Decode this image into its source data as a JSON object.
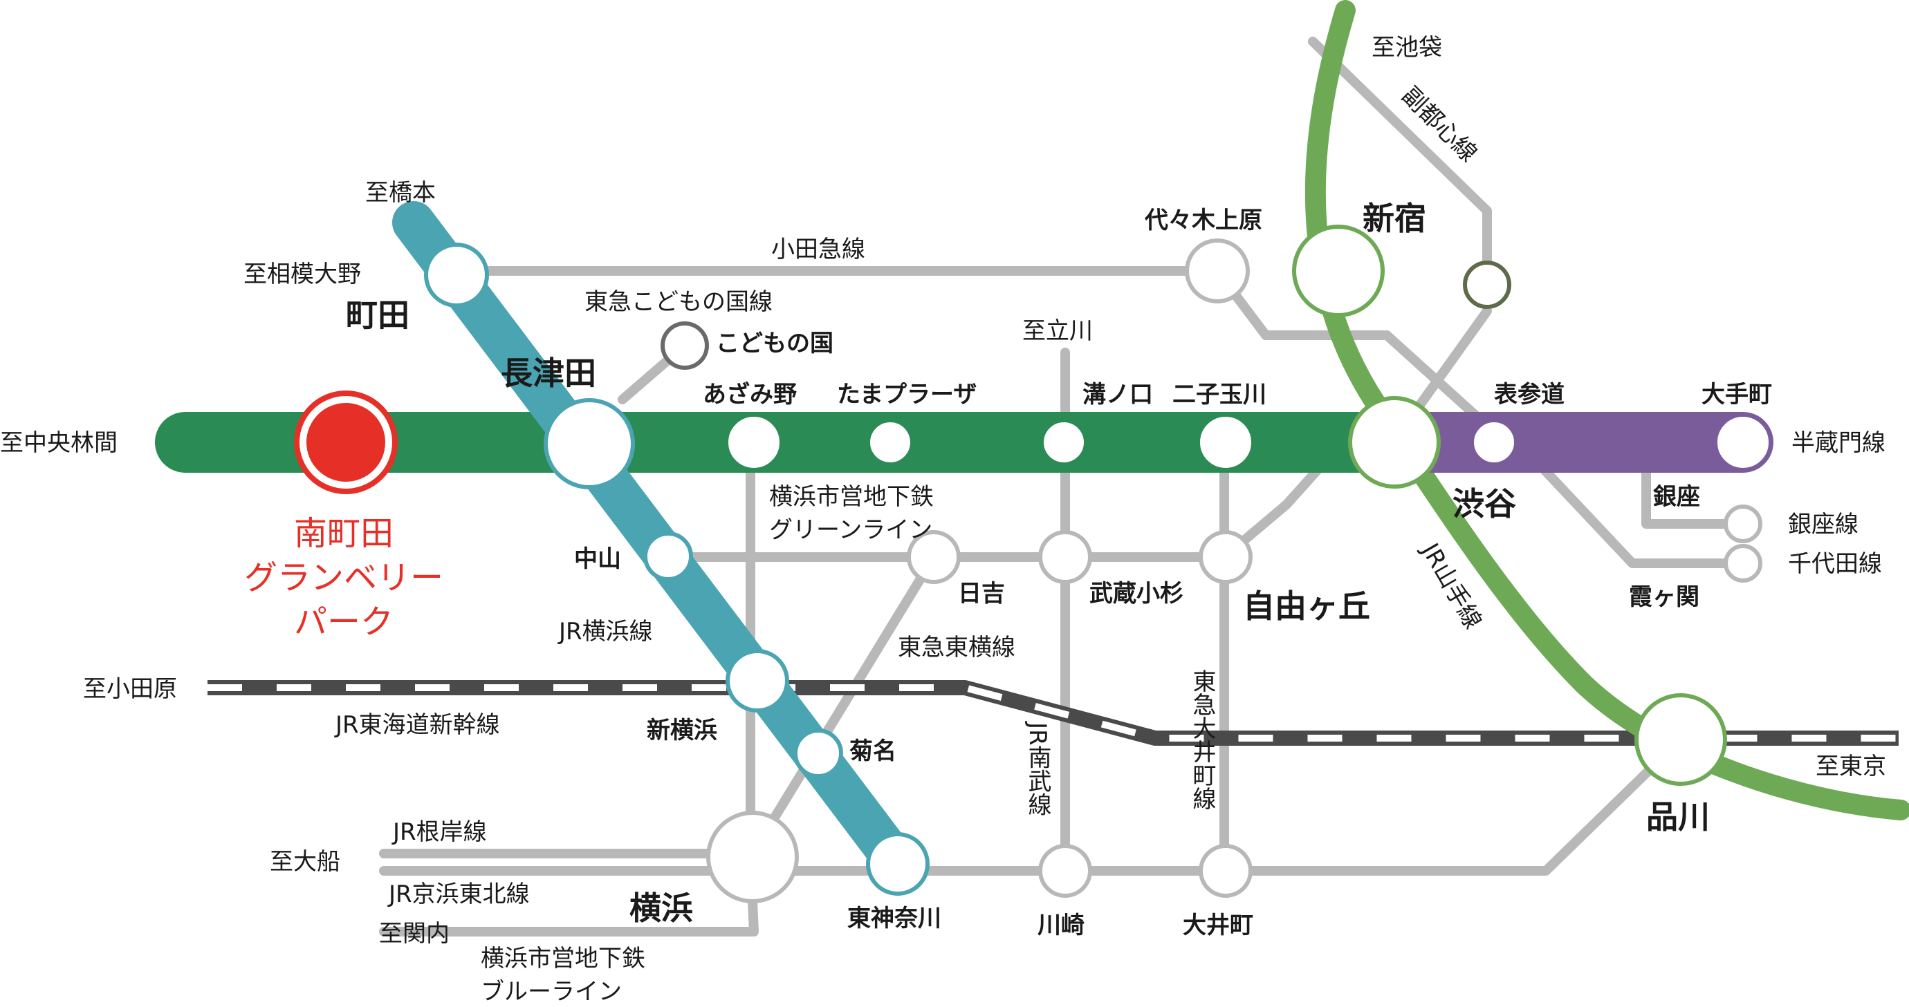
{
  "colors": {
    "den_en_toshi": "#2a8b55",
    "yokohama": "#4aa4b2",
    "yamanote": "#6eaa55",
    "hanzomon": "#7b5c9b",
    "gray": "#b8b8b8",
    "shinkansen": "#4a4a4a",
    "highlight": "#e63027",
    "fukutoshin_ring": "#5e6b4a"
  },
  "highlight_station": [
    "南町田",
    "グランベリー",
    "パーク"
  ],
  "big_stations": {
    "machida": "町田",
    "nagatsuta": "長津田",
    "shinjuku": "新宿",
    "shibuya": "渋谷",
    "jiyugaoka": "自由ヶ丘",
    "yokohama": "横浜",
    "shinagawa": "品川"
  },
  "stations": {
    "yoyogi_uehara": "代々木上原",
    "kodomonokuni": "こどもの国",
    "azamino": "あざみ野",
    "tama_plaza": "たまプラーザ",
    "mizonokuchi": "溝ノ口",
    "futako_tamagawa": "二子玉川",
    "omotesando": "表参道",
    "otemachi": "大手町",
    "nakayama": "中山",
    "hiyoshi": "日吉",
    "musashi_kosugi": "武蔵小杉",
    "ginza": "銀座",
    "kasumigaseki": "霞ヶ関",
    "shin_yokohama": "新横浜",
    "kikuna": "菊名",
    "higashi_kanagawa": "東神奈川",
    "kawasaki": "川崎",
    "oimachi": "大井町"
  },
  "lines": {
    "odakyu": "小田急線",
    "kodomonokuni": "東急こどもの国線",
    "green_line_1": "横浜市営地下鉄",
    "green_line_2": "グリーンライン",
    "jr_yokohama": "JR横浜線",
    "toyoko": "東急東横線",
    "shinkansen": "JR東海道新幹線",
    "negishi": "JR根岸線",
    "keihin_tohoku": "JR京浜東北線",
    "blue_line_1": "横浜市営地下鉄",
    "blue_line_2": "ブルーライン",
    "fukutoshin": "副都心線",
    "yamanote": "JR山手線",
    "hanzomon": "半蔵門線",
    "ginza": "銀座線",
    "chiyoda": "千代田線",
    "nambu": "JR南武線",
    "oimachi": "東急大井町線"
  },
  "destinations": {
    "hashimoto": "至橋本",
    "sagami_ono": "至相模大野",
    "chuo_rinkan": "至中央林間",
    "tachikawa": "至立川",
    "ikebukuro": "至池袋",
    "odawara": "至小田原",
    "tokyo": "至東京",
    "ofuna": "至大船",
    "kannai": "至関内"
  }
}
